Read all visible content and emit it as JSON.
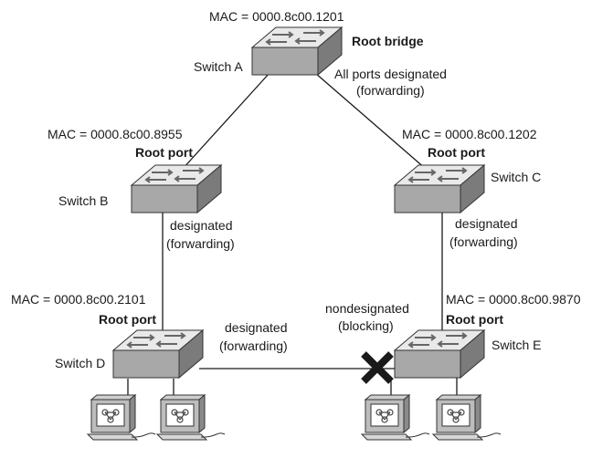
{
  "switch_a": {
    "name": "Switch A",
    "mac": "MAC = 0000.8c00.1201",
    "role": "Root bridge",
    "ports_line1": "All ports designated",
    "ports_line2": "(forwarding)"
  },
  "switch_b": {
    "name": "Switch B",
    "mac": "MAC = 0000.8c00.8955",
    "root_port": "Root port",
    "down_line1": "designated",
    "down_line2": "(forwarding)"
  },
  "switch_c": {
    "name": "Switch C",
    "mac": "MAC = 0000.8c00.1202",
    "root_port": "Root port",
    "down_line1": "designated",
    "down_line2": "(forwarding)"
  },
  "switch_d": {
    "name": "Switch D",
    "mac": "MAC = 0000.8c00.2101",
    "root_port": "Root port",
    "de_line1": "designated",
    "de_line2": "(forwarding)"
  },
  "switch_e": {
    "name": "Switch E",
    "mac": "MAC = 0000.8c00.9870",
    "root_port": "Root port",
    "blocked_line1": "nondesignated",
    "blocked_line2": "(blocking)"
  },
  "icons": {
    "switch": "network-switch-icon",
    "host": "workstation-icon",
    "blocked": "blocked-port-x-icon"
  },
  "colors": {
    "switch_top": "#e8e8e8",
    "switch_front": "#a6a6a6",
    "switch_side": "#7a7a7a",
    "blocked_x": "#1a1a1a"
  }
}
